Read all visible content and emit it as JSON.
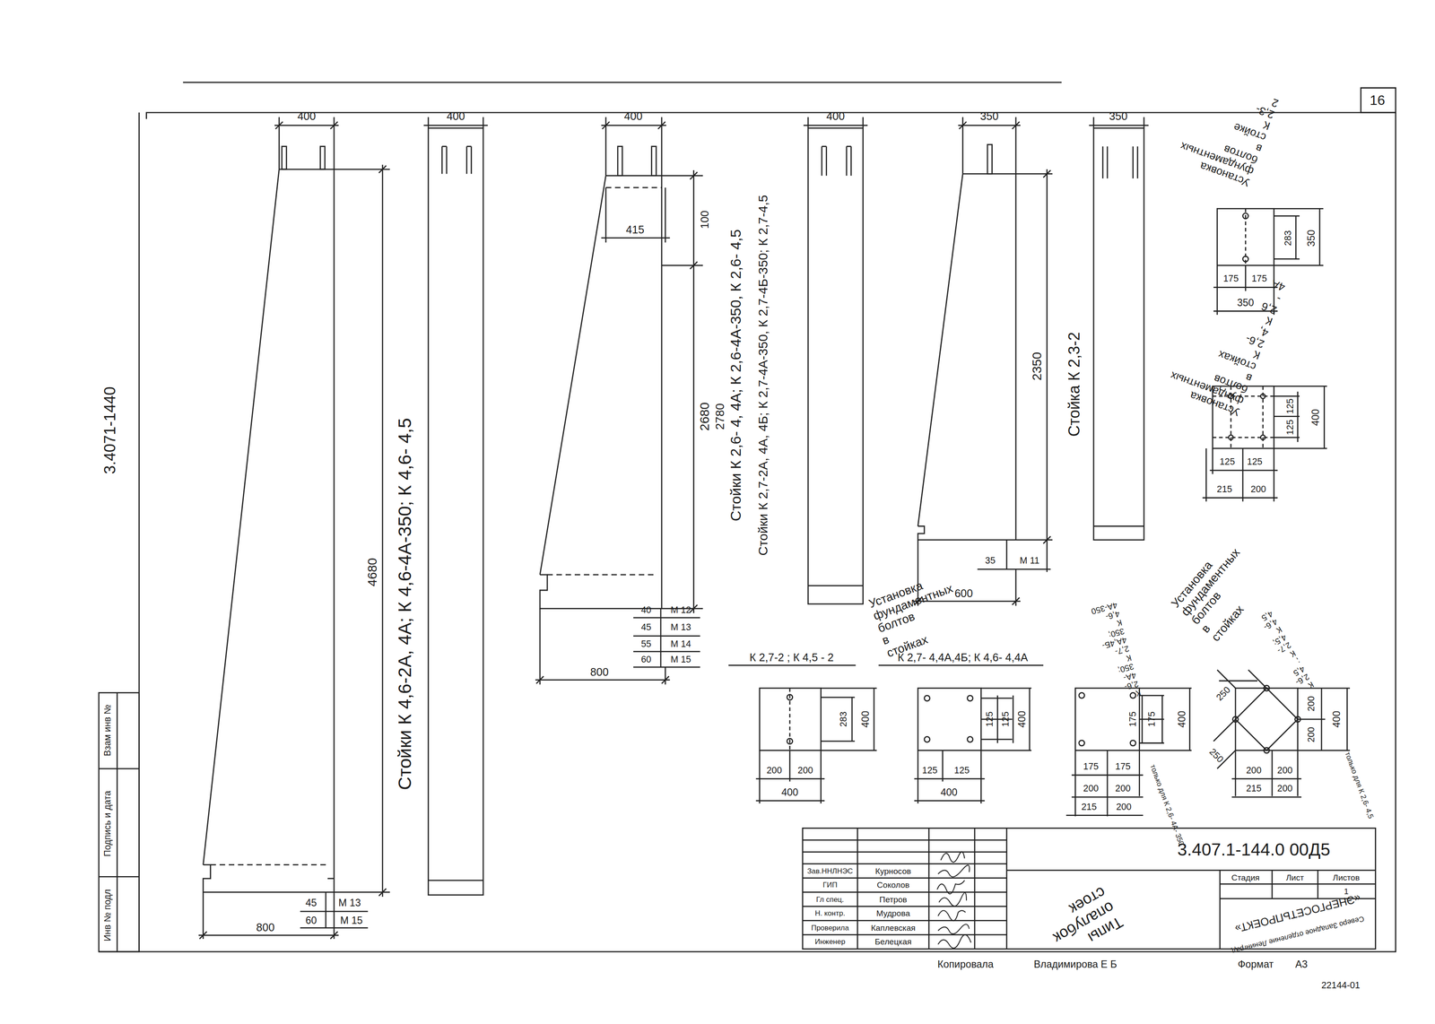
{
  "diagram": {
    "labels": [
      "16",
      "3.4071-1440",
      "400",
      "4680",
      "Стойки К 4,6-2А, 4А; К 4,6-4А-350; К 4,6- 4,5",
      "45",
      "М 13",
      "60",
      "М 15",
      "800",
      "400",
      "400",
      "100",
      "415",
      "2680",
      "Стойки К 2,6- 4, 4А; К 2,6-4А-350, К 2,6- 4,5",
      "2780",
      "Стойки К 2,7-2А, 4А, 4Б; К 2,7-4А-350, К 2,7-4Б-350; К 2,7-4,5",
      "40",
      "М 12",
      "45",
      "М 13",
      "55",
      "М 14",
      "60",
      "М 15",
      "800",
      "400",
      "350",
      "2350",
      "Стойка К 2,3-2",
      "35",
      "М 11",
      "600",
      "350",
      "Установка фундаментных болтов в стойке К 2,3-2",
      "283",
      "350",
      "175",
      "175",
      "350",
      "Установка фундаментных болтов в стойках К 2,6-4, К 2,6 - 4А",
      "125",
      "125",
      "400",
      "125",
      "125",
      "215",
      "200",
      "Установка фундаментных болтов в стойках",
      "К 2,7-2 ; К 4,5 - 2",
      "К 2,7- 4,4А,4Б; К 4,6- 4,4А",
      "283",
      "400",
      "200",
      "200",
      "400",
      "125",
      "125",
      "400",
      "125",
      "125",
      "400",
      "Установка фундаментных болтов в стойках",
      "К 2,6- 4А- 350; К 2,7- 4А,4Б- 350; К 4,6-4А-350",
      "К 2,6- 4,5 ; К 2,7- 4,5; К 4,6- 4,5",
      "175",
      "175",
      "400",
      "175",
      "175",
      "200",
      "200",
      "215",
      "200",
      "только для К 2,6- 4А- 350",
      "250",
      "250",
      "200",
      "200",
      "400",
      "200",
      "200",
      "215",
      "200",
      "только для К 2,6- 4,5",
      "Инв № подл",
      "Подпись и дата",
      "Взам инв №",
      "3.407.1-144.0 00Д5",
      "Зав.ННЛНЭС",
      "Курносов",
      "ГИП",
      "Соколов",
      "Гл спец.",
      "Петров",
      "Н. контр.",
      "Мудрова",
      "Проверила",
      "Каплевская",
      "Инженер",
      "Белецкая",
      "Типы опалубок стоек",
      "Стадия",
      "Лист",
      "Листов",
      "1",
      "«ЭНЕРГОСЕТЬПРОЕКТ»",
      "Северо Западное отделение Ленинград",
      "Копировала",
      "Владимирова Е Б",
      "Формат",
      "А3",
      "22144-01"
    ]
  }
}
